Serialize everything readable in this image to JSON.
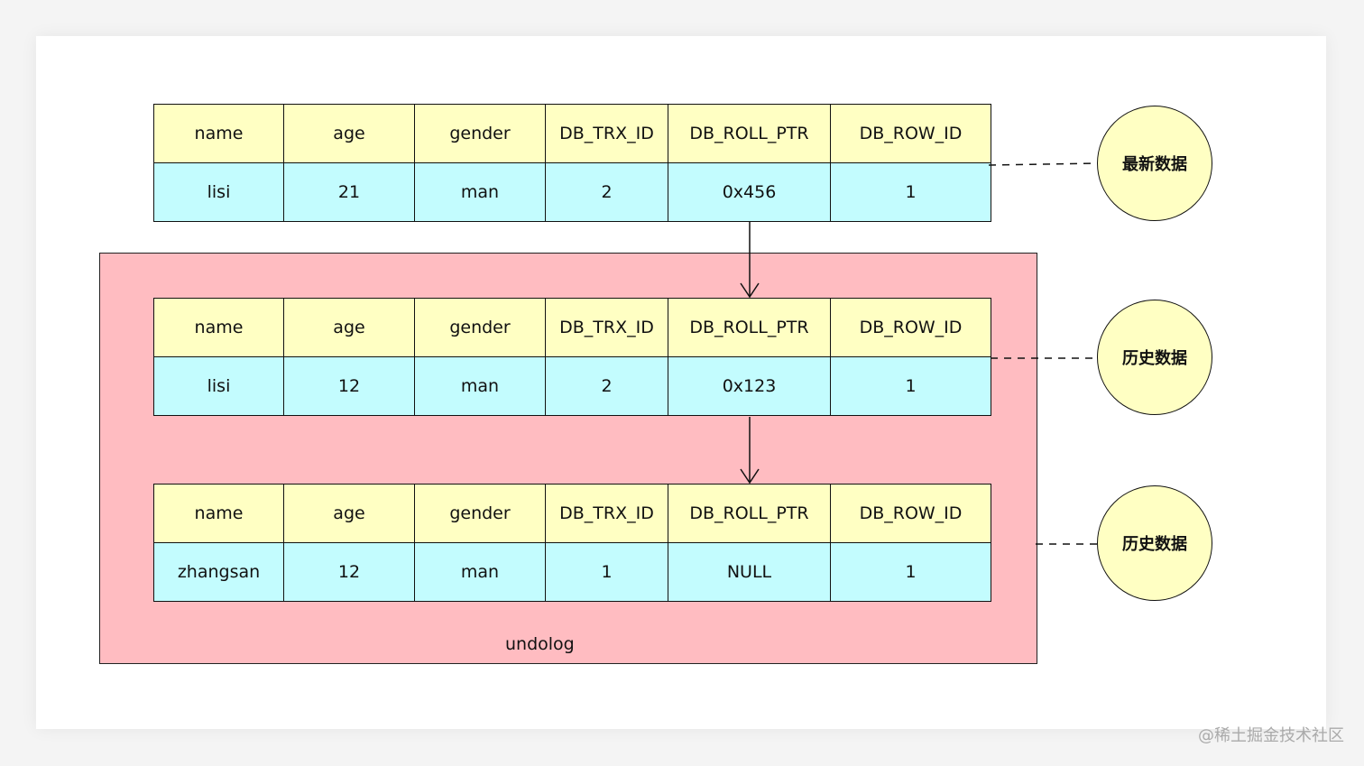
{
  "records": [
    {
      "headers": [
        "name",
        "age",
        "gender",
        "DB_TRX_ID",
        "DB_ROLL_PTR",
        "DB_ROW_ID"
      ],
      "values": [
        "lisi",
        "21",
        "man",
        "2",
        "0x456",
        "1"
      ],
      "label": "最新数据"
    },
    {
      "headers": [
        "name",
        "age",
        "gender",
        "DB_TRX_ID",
        "DB_ROLL_PTR",
        "DB_ROW_ID"
      ],
      "values": [
        "lisi",
        "12",
        "man",
        "2",
        "0x123",
        "1"
      ],
      "label": "历史数据"
    },
    {
      "headers": [
        "name",
        "age",
        "gender",
        "DB_TRX_ID",
        "DB_ROLL_PTR",
        "DB_ROW_ID"
      ],
      "values": [
        "zhangsan",
        "12",
        "man",
        "1",
        "NULL",
        "1"
      ],
      "label": "历史数据"
    }
  ],
  "undolog_label": "undolog",
  "watermark": "@稀土掘金技术社区",
  "colors": {
    "header_fill": "#ffffc3",
    "value_fill": "#c3fcfe",
    "undolog_fill": "#ffbcc1",
    "circle_fill": "#ffffc3"
  }
}
